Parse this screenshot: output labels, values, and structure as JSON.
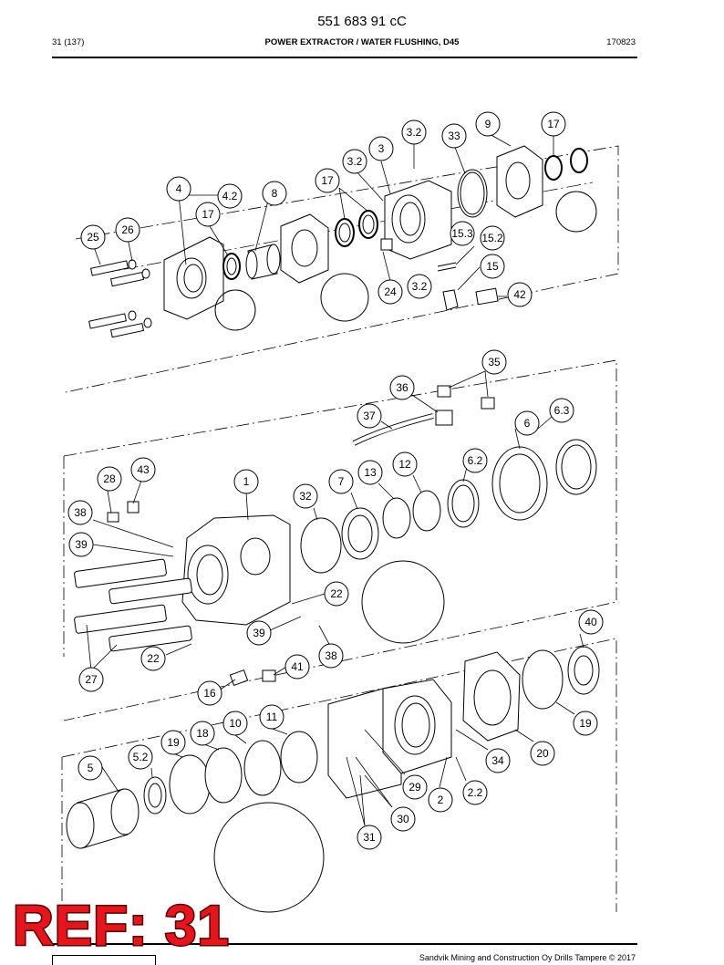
{
  "header": {
    "doc_number": "551 683 91 cC",
    "page": "31 (137)",
    "title": "POWER EXTRACTOR / WATER FLUSHING, D45",
    "date": "170823"
  },
  "callouts": [
    "3.2",
    "9",
    "17",
    "33",
    "3",
    "3.2",
    "17",
    "8",
    "4",
    "4.2",
    "17",
    "26",
    "25",
    "15.3",
    "15.2",
    "15",
    "24",
    "3.2",
    "42",
    "35",
    "36",
    "37",
    "6.3",
    "6",
    "6.2",
    "43",
    "28",
    "12",
    "13",
    "7",
    "1",
    "32",
    "38",
    "39",
    "22",
    "39",
    "38",
    "40",
    "22",
    "41",
    "27",
    "16",
    "11",
    "10",
    "18",
    "19",
    "5.2",
    "5",
    "34",
    "20",
    "19",
    "29",
    "2",
    "2.2",
    "30",
    "31"
  ],
  "footer": {
    "copyright": "Sandvik Mining and Construction Oy Drills Tampere © 2017"
  },
  "watermark": {
    "ref": "REF: 31",
    "color": "#e8141c"
  }
}
